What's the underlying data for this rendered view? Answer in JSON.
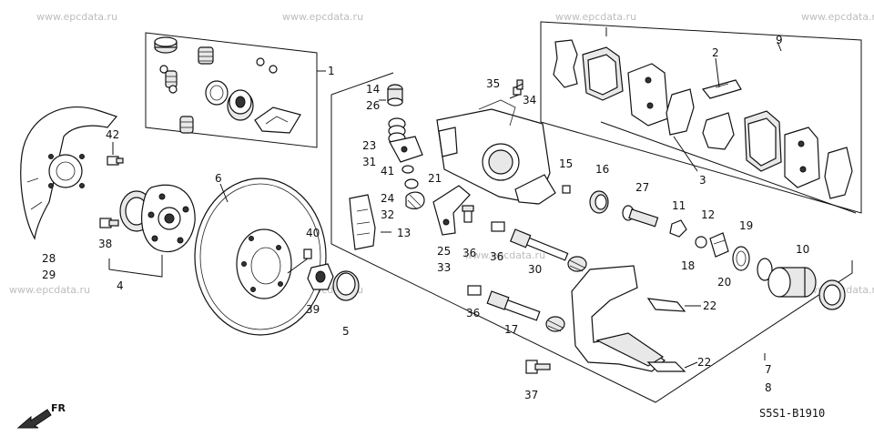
{
  "watermark": "www.epcdata.ru",
  "diagram_code": "S5S1-B1910",
  "front_label": "FR",
  "callouts": [
    {
      "id": "c1",
      "text": "1"
    },
    {
      "id": "c2",
      "text": "2"
    },
    {
      "id": "c3",
      "text": "3"
    },
    {
      "id": "c4",
      "text": "4"
    },
    {
      "id": "c5",
      "text": "5"
    },
    {
      "id": "c6",
      "text": "6"
    },
    {
      "id": "c7",
      "text": "7"
    },
    {
      "id": "c8",
      "text": "8"
    },
    {
      "id": "c9",
      "text": "9"
    },
    {
      "id": "c10",
      "text": "10"
    },
    {
      "id": "c11",
      "text": "11"
    },
    {
      "id": "c12",
      "text": "12"
    },
    {
      "id": "c13",
      "text": "13"
    },
    {
      "id": "c14",
      "text": "14"
    },
    {
      "id": "c15",
      "text": "15"
    },
    {
      "id": "c16",
      "text": "16"
    },
    {
      "id": "c17",
      "text": "17"
    },
    {
      "id": "c18",
      "text": "18"
    },
    {
      "id": "c19",
      "text": "19"
    },
    {
      "id": "c20",
      "text": "20"
    },
    {
      "id": "c21",
      "text": "21"
    },
    {
      "id": "c22a",
      "text": "22"
    },
    {
      "id": "c22b",
      "text": "22"
    },
    {
      "id": "c23",
      "text": "23"
    },
    {
      "id": "c24",
      "text": "24"
    },
    {
      "id": "c25",
      "text": "25"
    },
    {
      "id": "c26",
      "text": "26"
    },
    {
      "id": "c27",
      "text": "27"
    },
    {
      "id": "c28",
      "text": "28"
    },
    {
      "id": "c29",
      "text": "29"
    },
    {
      "id": "c30",
      "text": "30"
    },
    {
      "id": "c31",
      "text": "31"
    },
    {
      "id": "c32",
      "text": "32"
    },
    {
      "id": "c33",
      "text": "33"
    },
    {
      "id": "c34",
      "text": "34"
    },
    {
      "id": "c35",
      "text": "35"
    },
    {
      "id": "c36a",
      "text": "36"
    },
    {
      "id": "c36b",
      "text": "36"
    },
    {
      "id": "c36c",
      "text": "36"
    },
    {
      "id": "c37",
      "text": "37"
    },
    {
      "id": "c38",
      "text": "38"
    },
    {
      "id": "c39",
      "text": "39"
    },
    {
      "id": "c40",
      "text": "40"
    },
    {
      "id": "c41",
      "text": "41"
    },
    {
      "id": "c42",
      "text": "42"
    }
  ]
}
